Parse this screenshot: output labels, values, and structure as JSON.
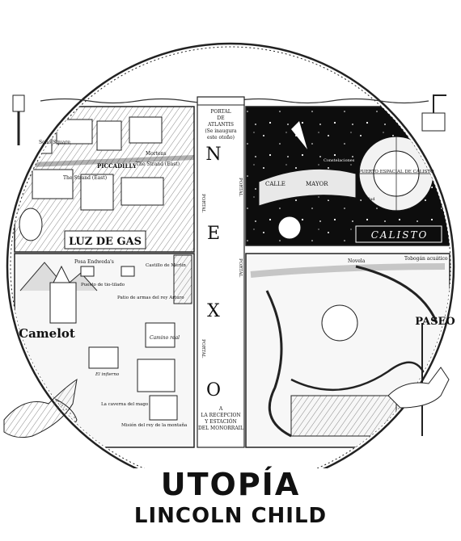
{
  "book": {
    "title": "UTOPÍA",
    "author": "LINCOLN CHILD"
  },
  "map": {
    "nexus_letters": [
      "N",
      "E",
      "X",
      "O"
    ],
    "portal_top": [
      "PORTAL",
      "DE",
      "ATLANTIS",
      "(Se inaugura",
      "este otoño)"
    ],
    "portal_bottom": [
      "A",
      "LA RECEPCION",
      "Y ESTACIÓN",
      "DEL MONORRAIL"
    ],
    "portal_side_label": "PORTAL",
    "regions": {
      "gaslight": {
        "name": "LUZ DE GAS",
        "labels": [
          "Soho Square",
          "The Strand (East)",
          "PICCADILLY",
          "The Strand (East)",
          "Mortens"
        ]
      },
      "callisto": {
        "name": "CALISTO",
        "labels": [
          "CALLE",
          "MAYOR",
          "PUERTO ESPACIAL DE CALISTO",
          "Constelaciones",
          "Hacer de la Tranquilidad"
        ]
      },
      "camelot": {
        "name": "Camelot",
        "labels": [
          "Posa Endweda's",
          "Puesto de tio-tilado",
          "Castillo de Merlín",
          "Patio de armas del rey Arturo",
          "Camino real",
          "Misión del rey de la montaña",
          "La caverna del mago",
          "El infierno"
        ]
      },
      "boardwalk": {
        "name": "PASEO",
        "labels": [
          "Novela",
          "Tobogán acuático"
        ]
      }
    }
  }
}
